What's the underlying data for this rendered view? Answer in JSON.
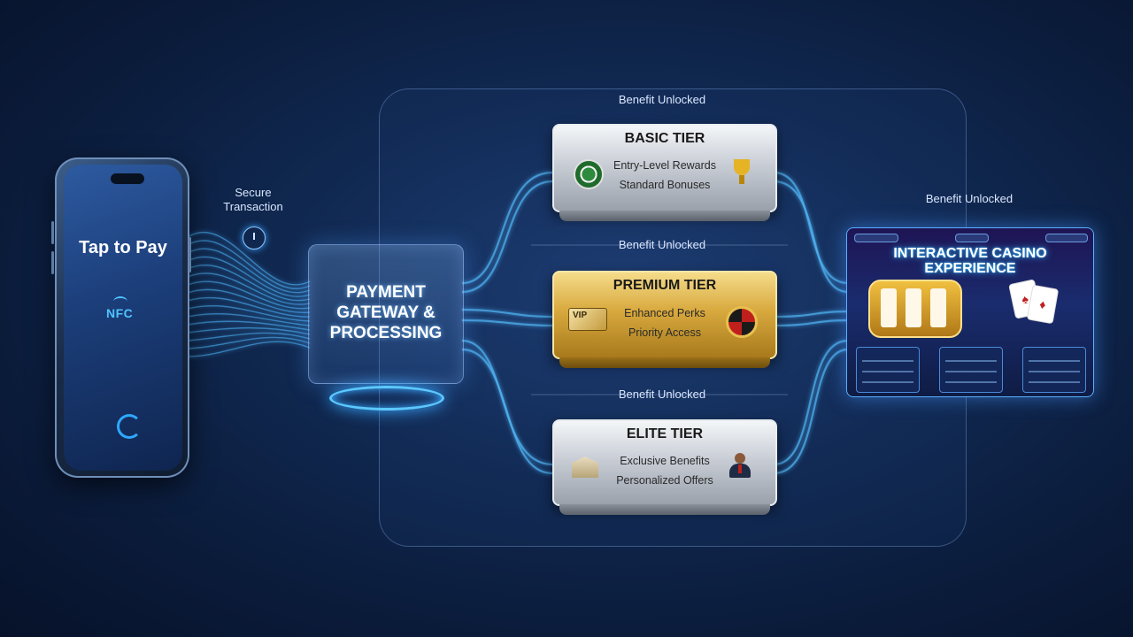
{
  "phone": {
    "headline": "Tap to Pay",
    "nfc_label": "NFC"
  },
  "secure_transaction": {
    "label_line1": "Secure",
    "label_line2": "Transaction"
  },
  "gateway": {
    "title_line1": "PAYMENT",
    "title_line2": "GATEWAY &",
    "title_line3": "PROCESSING"
  },
  "benefit_labels": [
    "Benefit Unlocked",
    "Benefit Unlocked",
    "Benefit Unlocked",
    "Benefit Unlocked"
  ],
  "tiers": [
    {
      "title": "BASIC TIER",
      "line1": "Entry-Level Rewards",
      "line2": "Standard Bonuses",
      "icon_left": "poker-chip-icon",
      "icon_right": "trophy-icon"
    },
    {
      "title": "PREMIUM TIER",
      "line1": "Enhanced Perks",
      "line2": "Priority Access",
      "icon_left": "vip-card-icon",
      "icon_right": "roulette-wheel-icon",
      "vip_text": "VIP"
    },
    {
      "title": "ELITE TIER",
      "line1": "Exclusive Benefits",
      "line2": "Personalized Offers",
      "icon_left": "bank-building-icon",
      "icon_right": "concierge-person-icon"
    }
  ],
  "casino": {
    "title_line1": "INTERACTIVE CASINO",
    "title_line2": "EXPERIENCE"
  },
  "colors": {
    "flow": "#4fb8ff",
    "accent": "#2ea8ff",
    "gold": "#d8a93e",
    "silver": "#c9ced6"
  }
}
